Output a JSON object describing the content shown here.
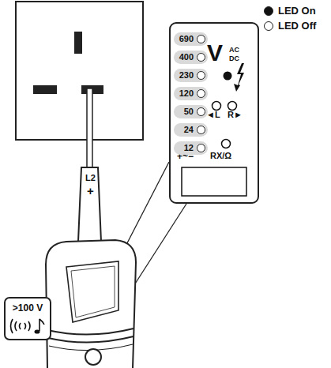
{
  "diagram": {
    "nodes": [
      {
        "text": [
          "V",
          "AC",
          "DC",
          "◄L",
          "R►",
          "+~−",
          "RX/Ω"
        ]
      },
      {
        "text": [
          "690"
        ],
        "in": 0
      },
      {
        "text": [
          "400"
        ],
        "in": 0
      },
      {
        "text": [
          "230"
        ],
        "in": 0
      },
      {
        "text": [
          "120"
        ],
        "in": 0
      },
      {
        "text": [
          "50"
        ],
        "in": 0
      },
      {
        "text": [
          "24"
        ],
        "in": 0
      },
      {
        "text": [
          "12"
        ],
        "in": 0
      },
      {
        "text": [
          ">100 V"
        ]
      }
    ],
    "edges": [],
    "labels": [
      "L2",
      "+"
    ],
    "legend": [
      {
        "text": "LED On"
      },
      {
        "text": "LED Off"
      }
    ]
  }
}
